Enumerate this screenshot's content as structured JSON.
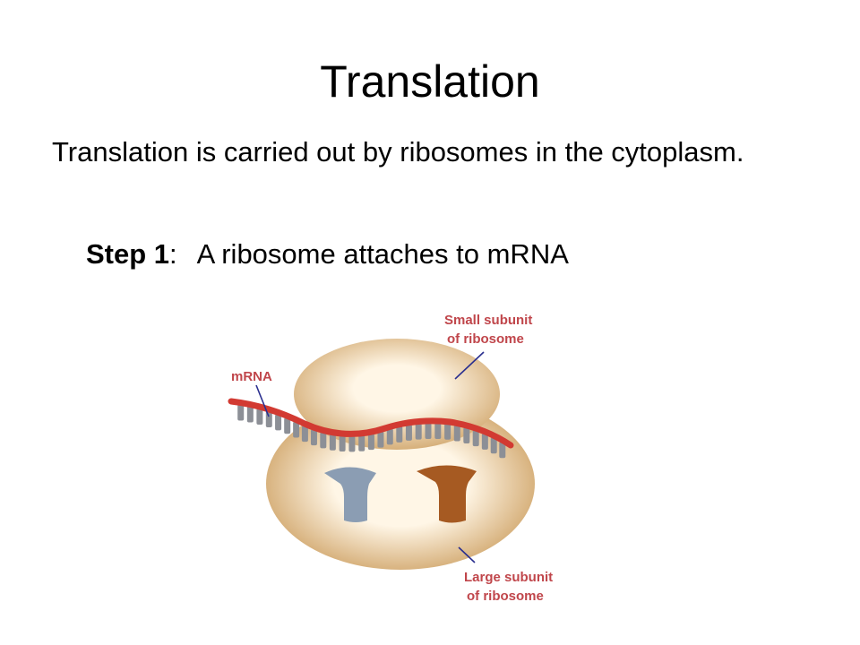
{
  "slide": {
    "title": "Translation",
    "body": "Translation is carried out by ribosomes in the cytoplasm.",
    "step": {
      "label": "Step 1",
      "separator": ":",
      "text": "A ribosome attaches to mRNA"
    }
  },
  "diagram": {
    "labels": {
      "small_subunit_line1": "Small subunit",
      "small_subunit_line2": "of ribosome",
      "large_subunit_line1": "Large subunit",
      "large_subunit_line2": "of ribosome",
      "mrna": "mRNA"
    },
    "colors": {
      "label_text": "#c0464b",
      "pointer_line": "#2a2f8f",
      "mrna_strand": "#d23a32",
      "nucleotide": "#8c8f96",
      "ribosome_outer": "#d0a56a",
      "ribosome_inner": "#fff6e6",
      "trna_site_left": "#8b9db3",
      "trna_site_right": "#a65a22"
    }
  }
}
